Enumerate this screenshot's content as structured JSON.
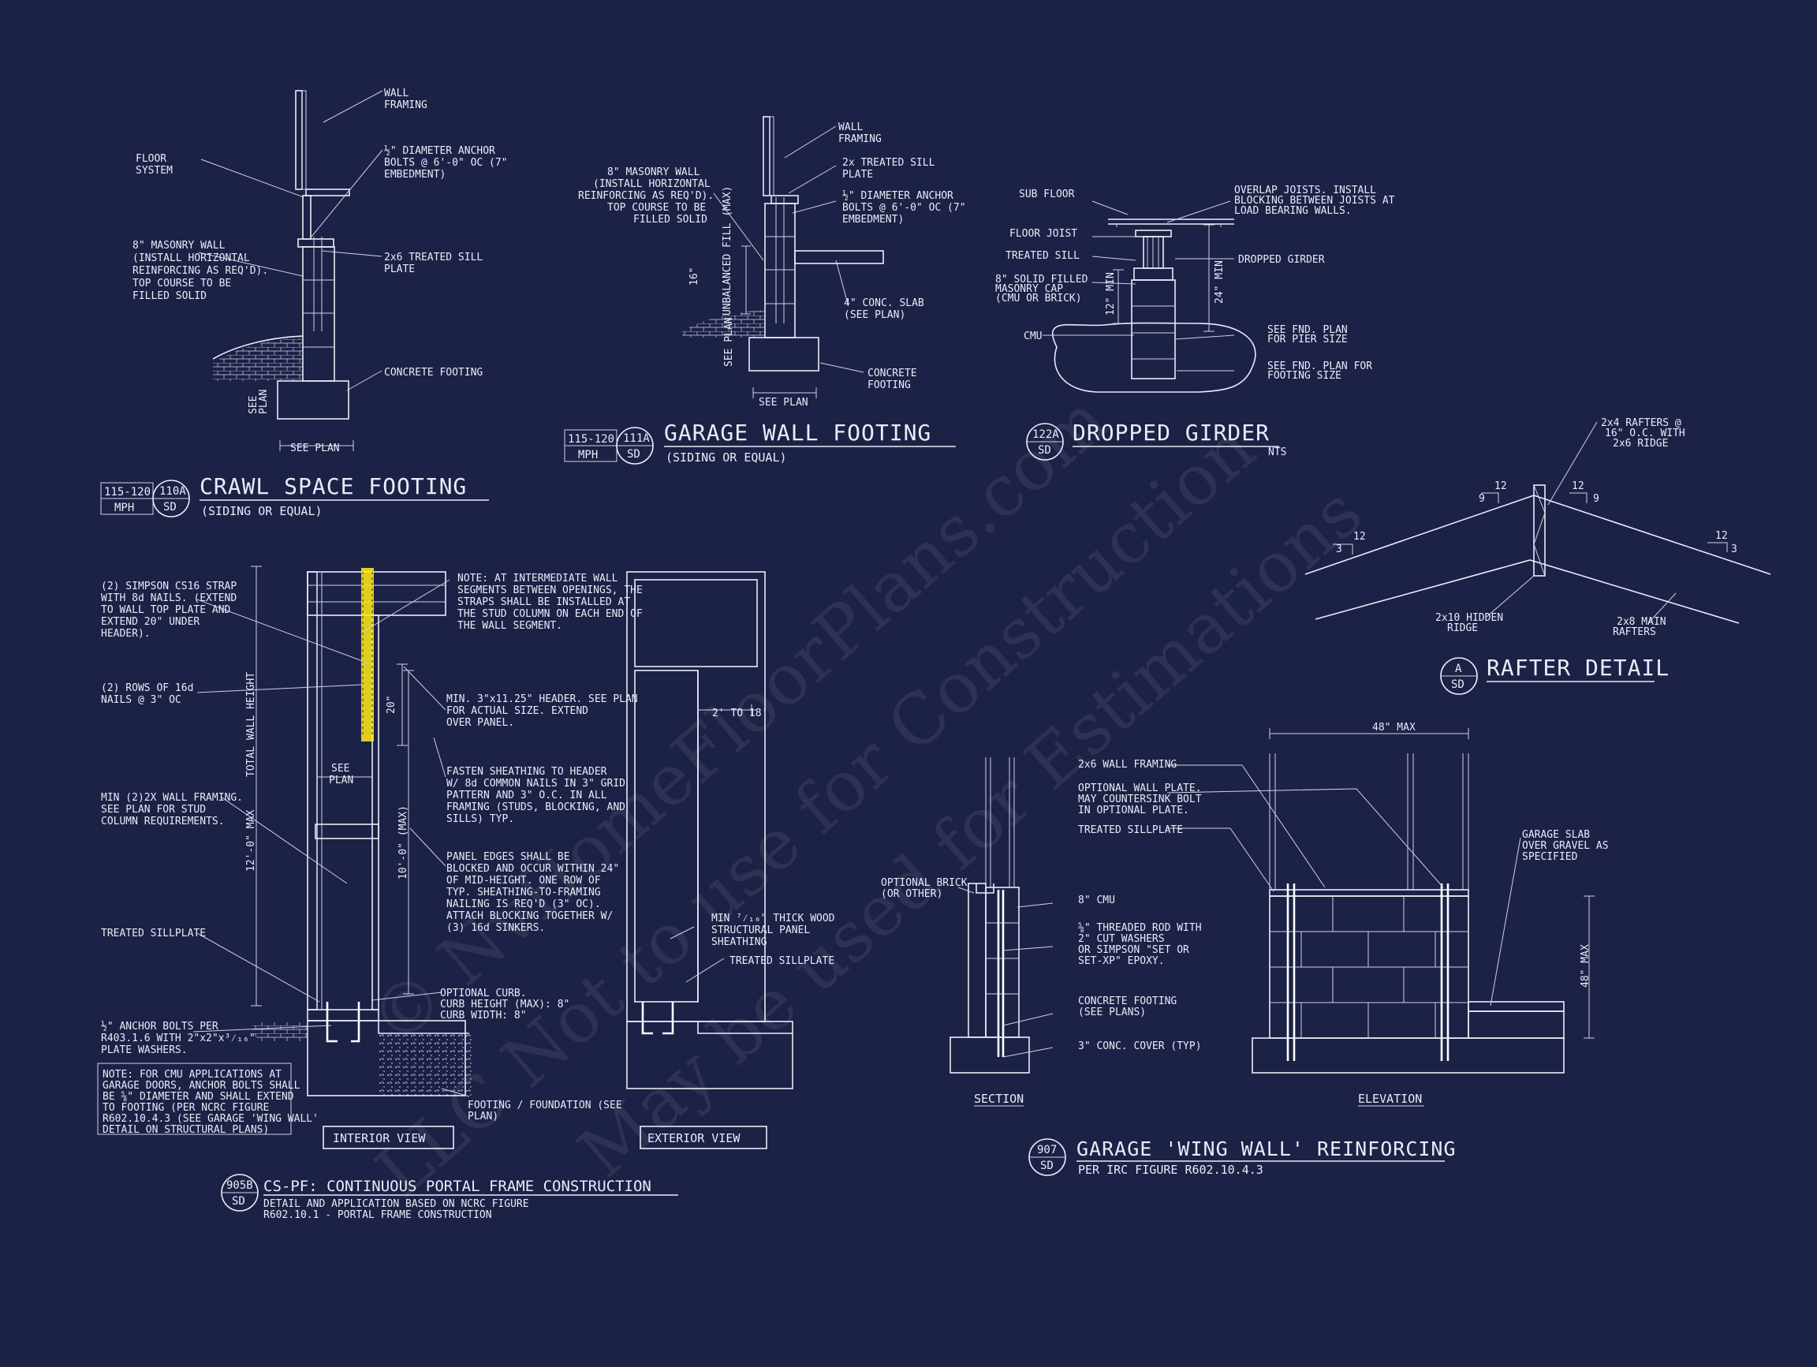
{
  "watermark": {
    "line1": "© NvHomeFloorPlans.com",
    "line2": "LLC Not to use for Construction",
    "line3": "May be used for Estimations"
  },
  "crawl": {
    "labels": [
      "WALL",
      "FRAMING",
      "FLOOR",
      "SYSTEM",
      "½\" DIAMETER ANCHOR",
      "BOLTS @ 6'-0\" OC (7\"",
      "EMBEDMENT)",
      "8\" MASONRY WALL",
      "(INSTALL HORIZONTAL",
      "REINFORCING AS REQ'D).",
      "TOP COURSE TO BE",
      "FILLED SOLID",
      "2x6 TREATED SILL",
      "PLATE",
      "CONCRETE FOOTING",
      "SEE",
      "PLAN",
      "SEE PLAN"
    ],
    "tag_top": "115-120",
    "tag_bot": "MPH",
    "bubble_top": "110A",
    "bubble_bot": "SD",
    "title": "CRAWL SPACE FOOTING",
    "subtitle": "(SIDING OR EQUAL)"
  },
  "garage": {
    "labels": [
      "WALL",
      "FRAMING",
      "2x TREATED SILL",
      "PLATE",
      "½\" DIAMETER ANCHOR",
      "BOLTS @ 6'-0\" OC (7\"",
      "EMBEDMENT)",
      "8\" MASONRY WALL",
      "(INSTALL HORIZONTAL",
      "REINFORCING AS REQ'D).",
      "TOP COURSE TO BE",
      "FILLED SOLID",
      "4\" CONC. SLAB",
      "(SEE PLAN)",
      "CONCRETE",
      "FOOTING",
      "SEE PLAN",
      "16\"",
      "UNBALANCED FILL (MAX)",
      "SEE PLAN"
    ],
    "tag_top": "115-120",
    "tag_bot": "MPH",
    "bubble_top": "111A",
    "bubble_bot": "SD",
    "title": "GARAGE WALL FOOTING",
    "subtitle": "(SIDING OR EQUAL)"
  },
  "girder": {
    "labels": [
      "SUB FLOOR",
      "FLOOR JOIST",
      "TREATED SILL",
      "8\" SOLID FILLED",
      "MASONRY CAP",
      "(CMU OR BRICK)",
      "CMU",
      "OVERLAP JOISTS. INSTALL",
      "BLOCKING BETWEEN JOISTS AT",
      "LOAD BEARING WALLS.",
      "DROPPED GIRDER",
      "24\" MIN",
      "12\" MIN",
      "SEE FND. PLAN",
      "FOR PIER SIZE",
      "SEE FND. PLAN FOR",
      "FOOTING SIZE"
    ],
    "bubble_top": "122A",
    "bubble_bot": "SD",
    "title": "DROPPED GIRDER",
    "subtitle": "NTS"
  },
  "rafter": {
    "labels": [
      "2x4 RAFTERS @",
      "16\" O.C. WITH",
      "2x6 RIDGE",
      "2x10 HIDDEN",
      "RIDGE",
      "2x8 MAIN",
      "RAFTERS"
    ],
    "slopes": [
      "12",
      "9",
      "12",
      "9",
      "12",
      "3",
      "12",
      "3"
    ],
    "bubble_top": "A",
    "bubble_bot": "SD",
    "title": "RAFTER DETAIL"
  },
  "portal": {
    "labels": [
      "(2) SIMPSON CS16 STRAP",
      "WITH 8d NAILS. (EXTEND",
      "TO WALL TOP PLATE AND",
      "EXTEND 20\" UNDER",
      "HEADER).",
      "(2) ROWS OF 16d",
      "NAILS @ 3\" OC",
      "MIN (2)2X WALL FRAMING.",
      "SEE PLAN FOR STUD",
      "COLUMN REQUIREMENTS.",
      "TREATED SILLPLATE",
      "½\" ANCHOR BOLTS PER",
      "R403.1.6 WITH 2\"x2\"x³⁄₁₆\"",
      "PLATE WASHERS.",
      "NOTE: AT INTERMEDIATE WALL",
      "SEGMENTS BETWEEN OPENINGS, THE",
      "STRAPS SHALL BE INSTALLED AT",
      "THE STUD COLUMN ON EACH END OF",
      "THE WALL SEGMENT.",
      "MIN. 3\"x11.25\" HEADER. SEE PLAN",
      "FOR ACTUAL SIZE. EXTEND",
      "OVER PANEL.",
      "FASTEN SHEATHING TO HEADER",
      "W/ 8d COMMON NAILS IN 3\" GRID",
      "PATTERN AND 3\" O.C. IN ALL",
      "FRAMING (STUDS, BLOCKING, AND",
      "SILLS) TYP.",
      "PANEL EDGES SHALL BE",
      "BLOCKED AND OCCUR WITHIN 24\"",
      "OF MID-HEIGHT. ONE ROW OF",
      "TYP. SHEATHING-TO-FRAMING",
      "NAILING IS REQ'D (3\" OC).",
      "ATTACH BLOCKING TOGETHER W/",
      "(3) 16d SINKERS.",
      "MIN ⁷⁄₁₆\" THICK WOOD",
      "STRUCTURAL PANEL",
      "SHEATHING",
      "TREATED SILLPLATE",
      "OPTIONAL CURB.",
      "CURB HEIGHT (MAX): 8\"",
      "CURB WIDTH: 8\"",
      "FOOTING / FOUNDATION (SEE",
      "PLAN)",
      "2' TO 18'",
      "20\"",
      "SEE",
      "PLAN",
      "12'-0\" MAX",
      "TOTAL WALL HEIGHT",
      "10'-0\" (MAX)"
    ],
    "note": [
      "NOTE: FOR CMU APPLICATIONS AT",
      "GARAGE DOORS, ANCHOR BOLTS SHALL",
      "BE ⅝\" DIAMETER AND SHALL EXTEND",
      "TO FOOTING (PER NCRC FIGURE",
      "R602.10.4.3 (SEE GARAGE 'WING WALL'",
      "DETAIL ON STRUCTURAL PLANS)"
    ],
    "interior": "INTERIOR VIEW",
    "exterior": "EXTERIOR VIEW",
    "bubble_top": "905B",
    "bubble_bot": "SD",
    "title": "CS-PF: CONTINUOUS PORTAL FRAME CONSTRUCTION",
    "sub1": "DETAIL AND APPLICATION BASED ON NCRC FIGURE",
    "sub2": "R602.10.1 - PORTAL FRAME CONSTRUCTION"
  },
  "wing": {
    "labels": [
      "48\" MAX",
      "2x6 WALL FRAMING",
      "OPTIONAL WALL PLATE.",
      "MAY COUNTERSINK BOLT",
      "IN OPTIONAL PLATE.",
      "TREATED SILLPLATE",
      "GARAGE SLAB",
      "OVER GRAVEL AS",
      "SPECIFIED",
      "OPTIONAL BRICK",
      "(OR OTHER)",
      "8\" CMU",
      "⅝\" THREADED ROD WITH",
      "2\" CUT WASHERS",
      "OR SIMPSON \"SET OR",
      "SET-XP\" EPOXY.",
      "CONCRETE FOOTING",
      "(SEE PLANS)",
      "3\" CONC. COVER (TYP)",
      "48\" MAX",
      "SECTION",
      "ELEVATION"
    ],
    "bubble_top": "907",
    "bubble_bot": "SD",
    "title": "GARAGE 'WING WALL' REINFORCING",
    "subtitle": "PER IRC FIGURE R602.10.4.3"
  }
}
